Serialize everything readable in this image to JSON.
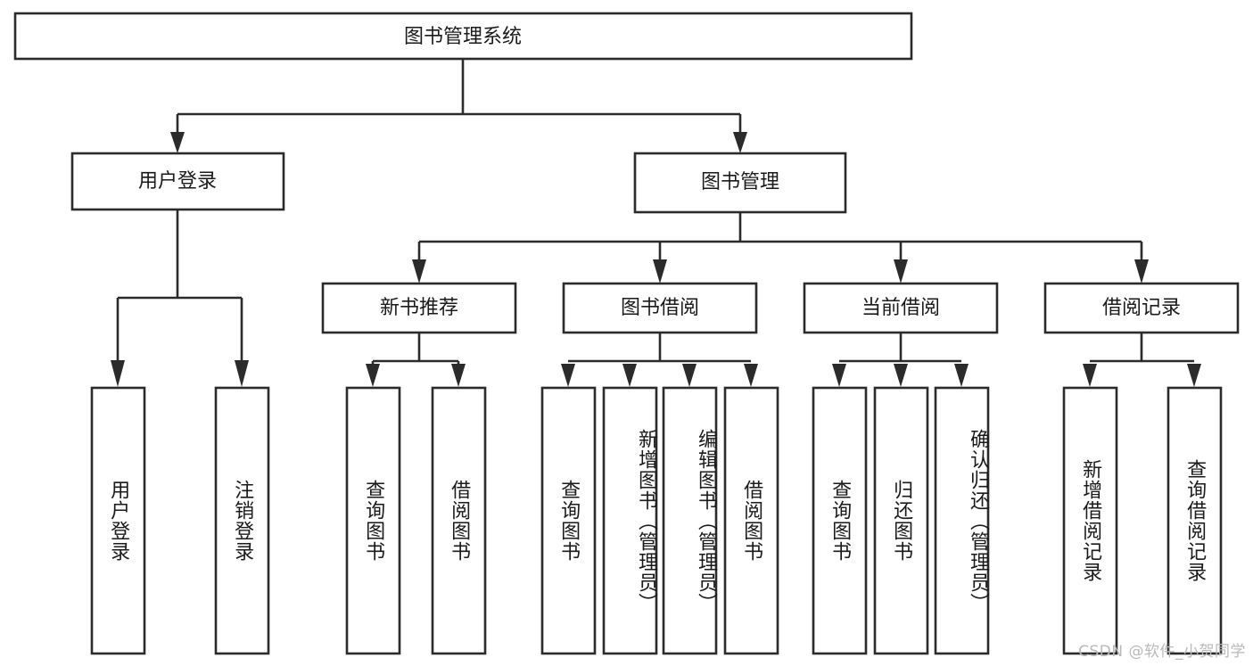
{
  "diagram": {
    "title": "图书管理系统",
    "type": "hierarchy-tree",
    "orientation": "top-down",
    "colors": {
      "stroke": "#2b2b2b",
      "fill": "#ffffff",
      "text": "#1a1a1a",
      "watermark": "#b9b9b9",
      "background": "#ffffff"
    },
    "root": {
      "label": "图书管理系统"
    },
    "level2": [
      {
        "label": "用户登录"
      },
      {
        "label": "图书管理"
      }
    ],
    "level3": [
      {
        "label": "新书推荐"
      },
      {
        "label": "图书借阅"
      },
      {
        "label": "当前借阅"
      },
      {
        "label": "借阅记录"
      }
    ],
    "leaves": {
      "user_login": [
        {
          "label": "用户登录"
        },
        {
          "label": "注销登录"
        }
      ],
      "new_book_recommend": [
        {
          "label": "查询图书"
        },
        {
          "label": "借阅图书"
        }
      ],
      "book_borrow": [
        {
          "label": "查询图书"
        },
        {
          "label": "新增图书（管理员）"
        },
        {
          "label": "编辑图书（管理员）"
        },
        {
          "label": "借阅图书"
        }
      ],
      "current_borrow": [
        {
          "label": "查询图书"
        },
        {
          "label": "归还图书"
        },
        {
          "label": "确认归还（管理员）"
        }
      ],
      "borrow_record": [
        {
          "label": "新增借阅记录"
        },
        {
          "label": "查询借阅记录"
        }
      ]
    }
  },
  "watermark": {
    "text": "CSDN @软件_小贺同学"
  }
}
